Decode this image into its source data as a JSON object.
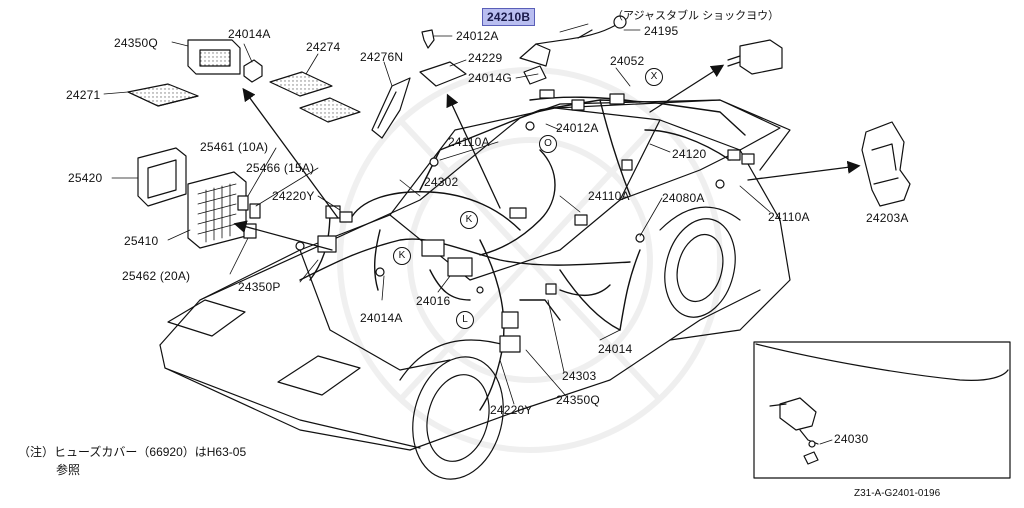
{
  "diagram": {
    "parts": [
      {
        "id": "p-24350q-top",
        "label": "24350Q"
      },
      {
        "id": "p-24014a-top",
        "label": "24014A"
      },
      {
        "id": "p-24274",
        "label": "24274"
      },
      {
        "id": "p-24271",
        "label": "24271"
      },
      {
        "id": "p-24276n",
        "label": "24276N"
      },
      {
        "id": "p-24012a-top",
        "label": "24012A"
      },
      {
        "id": "p-24229",
        "label": "24229"
      },
      {
        "id": "p-24014g",
        "label": "24014G"
      },
      {
        "id": "p-24210b",
        "label": "24210B",
        "selected": true
      },
      {
        "id": "p-24195",
        "label": "24195"
      },
      {
        "id": "p-24052",
        "label": "24052"
      },
      {
        "id": "p-24012a-mid",
        "label": "24012A"
      },
      {
        "id": "p-24110a-left",
        "label": "24110A"
      },
      {
        "id": "p-25461",
        "label": "25461 (10A)"
      },
      {
        "id": "p-25466",
        "label": "25466 (15A)"
      },
      {
        "id": "p-25420",
        "label": "25420"
      },
      {
        "id": "p-24220y-top",
        "label": "24220Y"
      },
      {
        "id": "p-24302",
        "label": "24302"
      },
      {
        "id": "p-24110a-mid",
        "label": "24110A"
      },
      {
        "id": "p-24120",
        "label": "24120"
      },
      {
        "id": "p-24080a",
        "label": "24080A"
      },
      {
        "id": "p-24110a-right",
        "label": "24110A"
      },
      {
        "id": "p-24203a",
        "label": "24203A"
      },
      {
        "id": "p-25410",
        "label": "25410"
      },
      {
        "id": "p-25462",
        "label": "25462 (20A)"
      },
      {
        "id": "p-24350p",
        "label": "24350P"
      },
      {
        "id": "p-24014a-bottom",
        "label": "24014A"
      },
      {
        "id": "p-24016",
        "label": "24016"
      },
      {
        "id": "p-24014",
        "label": "24014"
      },
      {
        "id": "p-24303",
        "label": "24303"
      },
      {
        "id": "p-24350q-bottom",
        "label": "24350Q"
      },
      {
        "id": "p-24220y-bottom",
        "label": "24220Y"
      },
      {
        "id": "p-24030",
        "label": "24030"
      }
    ],
    "callouts": [
      {
        "id": "c-x",
        "letter": "X"
      },
      {
        "id": "c-o",
        "letter": "O"
      },
      {
        "id": "c-k1",
        "letter": "K"
      },
      {
        "id": "c-k2",
        "letter": "K"
      },
      {
        "id": "c-l",
        "letter": "L"
      }
    ],
    "adjustable_note": "（アジャスタブル ショックヨウ）",
    "footnote_line1": "（注）ヒューズカバー（66920）はH63-05",
    "footnote_line2": "参照",
    "figure_code": "Z31-A-G2401-0196",
    "colors": {
      "selected_bg": "#b9bef0",
      "selected_border": "#5a5fb8",
      "ink": "#111111"
    }
  }
}
